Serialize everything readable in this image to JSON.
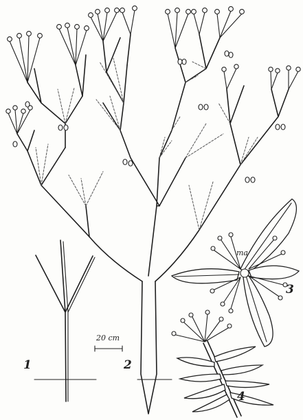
{
  "figure_labels": {
    "fig1": "1",
    "fig2": "2",
    "fig3": "3",
    "fig4": "4"
  },
  "scale_bar": {
    "text": "20 cm"
  },
  "annotation": {
    "ma": "ma"
  }
}
